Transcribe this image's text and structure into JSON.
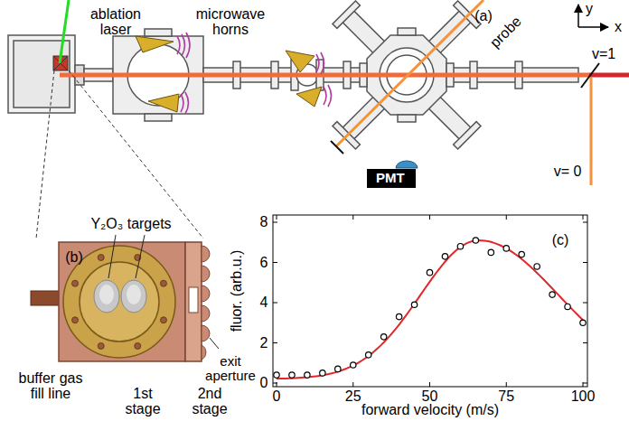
{
  "diagram": {
    "nodes": [
      {
        "text": [
          "PMT"
        ]
      }
    ],
    "labels": [
      "ablation laser",
      "microwave horns",
      "(a)",
      "y",
      "x",
      "probe",
      "v=1",
      "v= 0",
      "Y₂O₃ targets",
      "(b)",
      "buffer gas fill line",
      "1st stage",
      "2nd stage",
      "exit aperture",
      "(c)",
      "8",
      "6",
      "4",
      "2",
      "0",
      "0",
      "25",
      "50",
      "75",
      "100",
      "fluor. (arb.u.)",
      "forward velocity (m/s)"
    ]
  }
}
